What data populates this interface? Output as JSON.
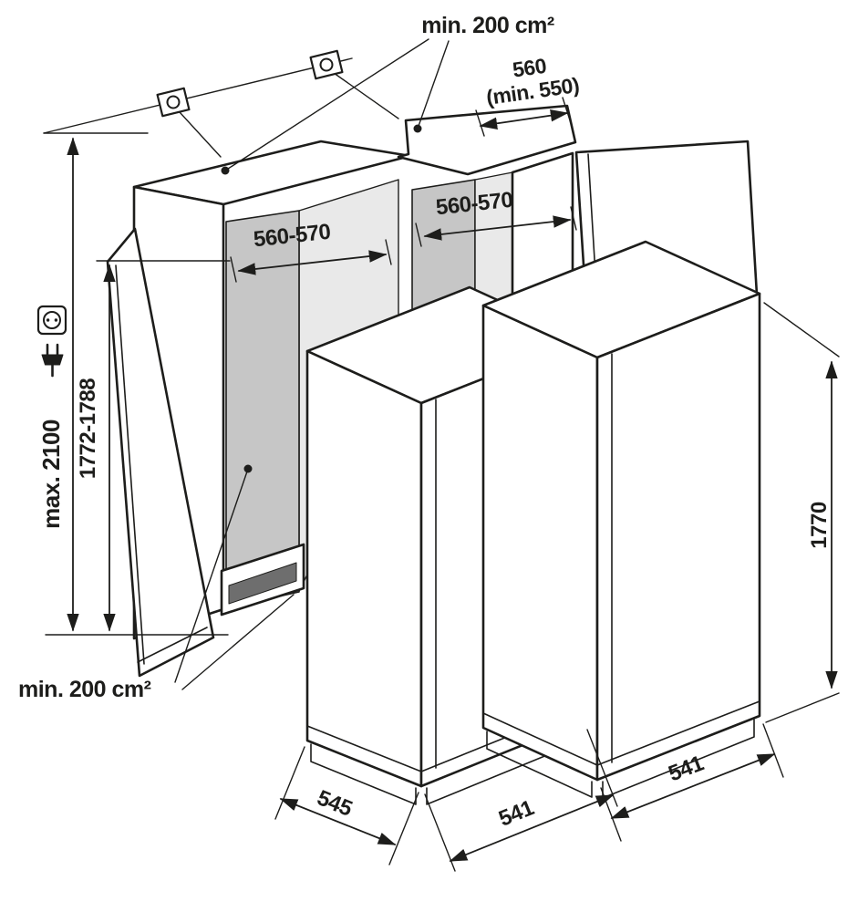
{
  "diagram": {
    "type": "built-in appliance installation drawing",
    "labels": {
      "vent_top": "min. 200 cm²",
      "top_depth": "560",
      "top_depth_min": "(min. 550)",
      "niche_width_left": "560-570",
      "niche_width_right": "560-570",
      "niche_height": "1772-1788",
      "max_overall_height": "max. 2100",
      "appliance_height": "1770",
      "appliance_depth": "545",
      "appliance_width_left": "541",
      "appliance_width_right": "541",
      "vent_bottom": "min. 200 cm²"
    },
    "icons": {
      "wall_bracket": "wall mounting bracket",
      "socket": "power socket",
      "plug": "power plug"
    },
    "colors": {
      "line": "#1d1d1b",
      "background": "#ffffff",
      "shade_dark": "#c6c6c6",
      "shade_light": "#e9e9e9",
      "vent_slot": "#6e6e6e"
    }
  }
}
